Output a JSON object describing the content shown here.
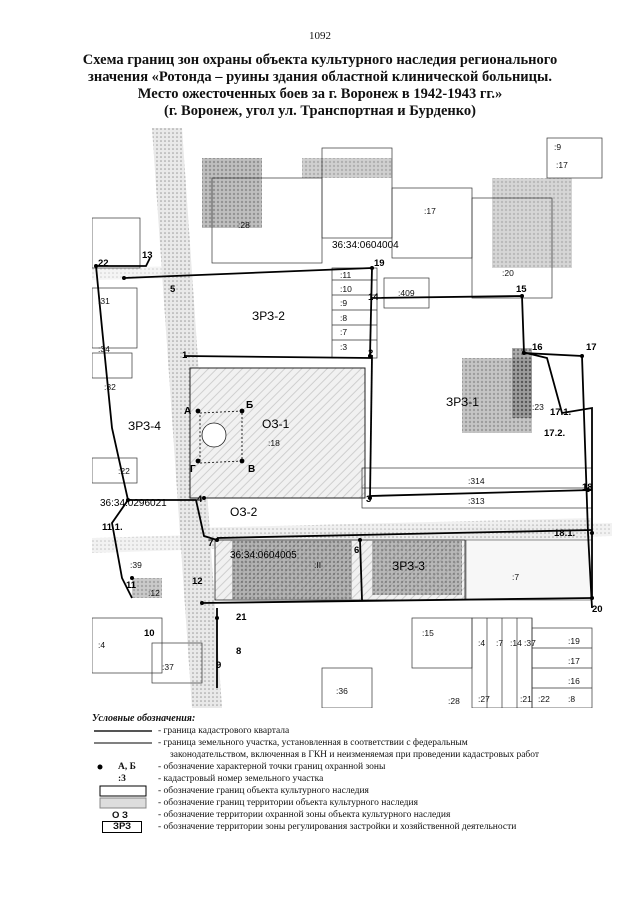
{
  "page_number": "1092",
  "title": {
    "line1": "Схема границ зон охраны объекта культурного наследия регионального",
    "line2": "значения «Ротонда – руины здания областной клинической больницы.",
    "line3": "Место ожесточенных боев за г. Воронеж в 1942-1943 гг.»",
    "line4": "(г. Воронеж, угол ул. Транспортная и Бурденко)"
  },
  "map": {
    "zones": {
      "oz1": "ОЗ-1",
      "oz2": "ОЗ-2",
      "zrz1": "ЗРЗ-1",
      "zrz2": "ЗРЗ-2",
      "zrz3": "ЗРЗ-3",
      "zrz4": "ЗРЗ-4"
    },
    "cadastral_quarters": {
      "q1": "36:34:0604004",
      "q2": "36:34:0296021",
      "q3": "36:34:0604005"
    },
    "object_points": {
      "a": "А",
      "b": "Б",
      "v": "В",
      "g": "Г"
    },
    "boundary_points": {
      "p1": "1",
      "p2": "2",
      "p3": "3",
      "p4": "4",
      "p5": "5",
      "p6": "6",
      "p7": "7",
      "p8": "8",
      "p9": "9",
      "p10": "10",
      "p11": "11",
      "p11_1": "11.1.",
      "p12": "12",
      "p13": "13",
      "p14": "14",
      "p15": "15",
      "p16": "16",
      "p17": "17",
      "p17_1": "17.1.",
      "p17_2": "17.2.",
      "p18": "18",
      "p18_1": "18.1.",
      "p19": "19",
      "p20": "20",
      "p21": "21",
      "p22": "22"
    },
    "parcels": {
      "c28": ":28",
      "c17": ":17",
      "c9": ":9",
      "c17b": ":17",
      "c20": ":20",
      "c409": ":409",
      "c11": ":11",
      "c10": ":10",
      "c9b": ":9",
      "c8": ":8",
      "c7": ":7",
      "c3": ":3",
      "c31": ":31",
      "c34": ":34",
      "c32": ":32",
      "c22": ":22",
      "c18": ":18",
      "c23": ":23",
      "c314": ":314",
      "c313": ":313",
      "c7b": ":7",
      "c39": ":39",
      "c12": ":12",
      "c4": ":4",
      "c37": ":37",
      "c36": ":36",
      "c15": ":15",
      "c28b": ":28",
      "c27": ":27",
      "c4b": ":4",
      "c7c": ":7",
      "c14": ":14",
      "c37b": ":37",
      "c19": ":19",
      "c17c": ":17",
      "c16": ":16",
      "c8b": ":8",
      "c21": ":21",
      "c22b": ":22",
      "cII": ":II"
    }
  },
  "legend": {
    "title": "Условные обозначения:",
    "items": [
      {
        "symbol": "",
        "text": "- граница кадастрового квартала"
      },
      {
        "symbol": "",
        "text": "- граница земельного участка, установленная в соответствии  с федеральным"
      },
      {
        "symbol": "",
        "text": "законодательством, включенная в ГКН и неизменяемая при  проведении кадастровых работ"
      },
      {
        "symbol": "А, Б",
        "text": "- обозначение характерной точки границ охранной зоны"
      },
      {
        "symbol": ":3",
        "text": "- кадастровый номер земельного участка"
      },
      {
        "symbol": "",
        "text": "- обозначение границ объекта культурного наследия"
      },
      {
        "symbol": "",
        "text": "- обозначение границ  территории объекта культурного наследия"
      },
      {
        "symbol": "О З",
        "text": "- обозначение территории охранной  зоны объекта культурного наследия"
      },
      {
        "symbol": "ЗРЗ",
        "text": "- обозначение территории  зоны регулирования застройки и хозяйственной деятельности"
      }
    ]
  }
}
